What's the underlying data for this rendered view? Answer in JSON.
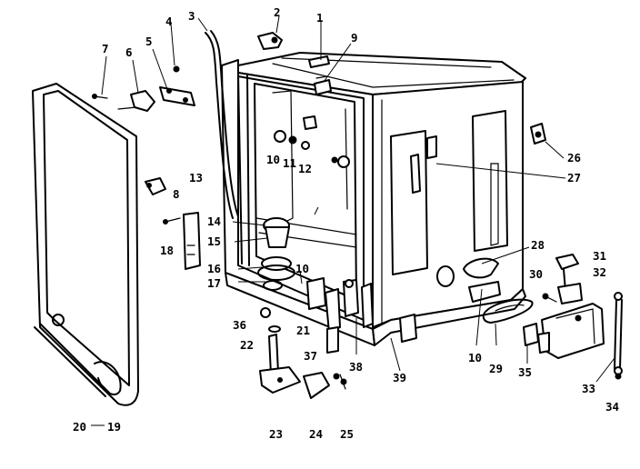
{
  "diagram": {
    "labels": [
      {
        "id": "l1",
        "text": "1"
      },
      {
        "id": "l2",
        "text": "2"
      },
      {
        "id": "l3",
        "text": "3"
      },
      {
        "id": "l4",
        "text": "4"
      },
      {
        "id": "l5",
        "text": "5"
      },
      {
        "id": "l6",
        "text": "6"
      },
      {
        "id": "l7",
        "text": "7"
      },
      {
        "id": "l8",
        "text": "8"
      },
      {
        "id": "l9",
        "text": "9"
      },
      {
        "id": "l10a",
        "text": "10"
      },
      {
        "id": "l10b",
        "text": "10"
      },
      {
        "id": "l10c",
        "text": "10"
      },
      {
        "id": "l11",
        "text": "11"
      },
      {
        "id": "l12",
        "text": "12"
      },
      {
        "id": "l13",
        "text": "13"
      },
      {
        "id": "l14",
        "text": "14"
      },
      {
        "id": "l15",
        "text": "15"
      },
      {
        "id": "l16",
        "text": "16"
      },
      {
        "id": "l17",
        "text": "17"
      },
      {
        "id": "l18",
        "text": "18"
      },
      {
        "id": "l19",
        "text": "19"
      },
      {
        "id": "l20",
        "text": "20"
      },
      {
        "id": "l21",
        "text": "21"
      },
      {
        "id": "l22",
        "text": "22"
      },
      {
        "id": "l23",
        "text": "23"
      },
      {
        "id": "l24",
        "text": "24"
      },
      {
        "id": "l25",
        "text": "25"
      },
      {
        "id": "l26",
        "text": "26"
      },
      {
        "id": "l27",
        "text": "27"
      },
      {
        "id": "l28",
        "text": "28"
      },
      {
        "id": "l29",
        "text": "29"
      },
      {
        "id": "l30",
        "text": "30"
      },
      {
        "id": "l31",
        "text": "31"
      },
      {
        "id": "l32",
        "text": "32"
      },
      {
        "id": "l33",
        "text": "33"
      },
      {
        "id": "l34",
        "text": "34"
      },
      {
        "id": "l35",
        "text": "35"
      },
      {
        "id": "l36",
        "text": "36"
      },
      {
        "id": "l37",
        "text": "37"
      },
      {
        "id": "l38",
        "text": "38"
      },
      {
        "id": "l39",
        "text": "39"
      }
    ]
  }
}
